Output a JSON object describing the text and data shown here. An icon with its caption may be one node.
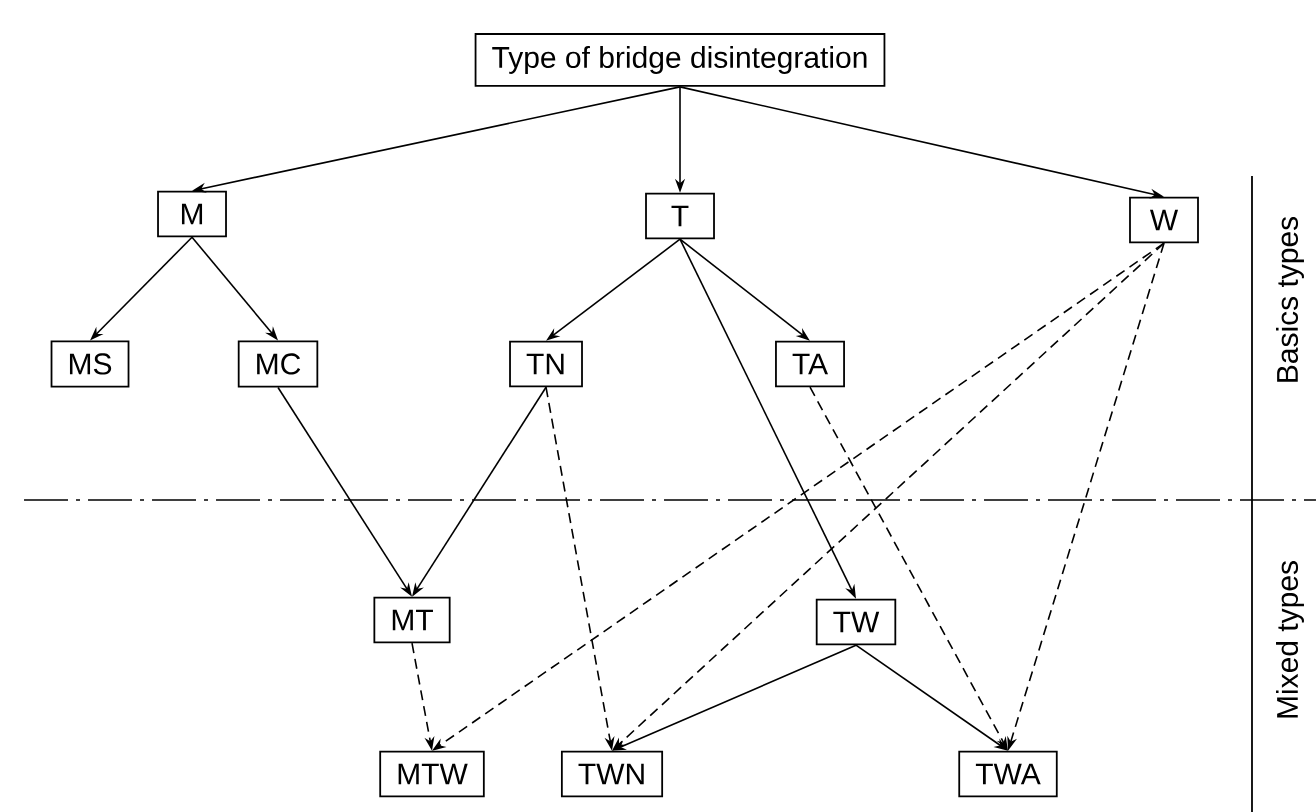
{
  "diagram": {
    "nodes": [
      {
        "text": [
          "Type of bridge disintegration"
        ]
      },
      {
        "text": [
          "M"
        ]
      },
      {
        "text": [
          "T"
        ]
      },
      {
        "text": [
          "W"
        ]
      },
      {
        "text": [
          "MS"
        ]
      },
      {
        "text": [
          "MC"
        ]
      },
      {
        "text": [
          "TN"
        ]
      },
      {
        "text": [
          "TA"
        ]
      },
      {
        "text": [
          "MT"
        ]
      },
      {
        "text": [
          "TW"
        ]
      },
      {
        "text": [
          "MTW"
        ]
      },
      {
        "text": [
          "TWN"
        ]
      },
      {
        "text": [
          "TWA"
        ]
      }
    ],
    "edges": [
      {
        "from": 0,
        "to": 1,
        "arrow": "to"
      },
      {
        "from": 0,
        "to": 2,
        "arrow": "to"
      },
      {
        "from": 0,
        "to": 3,
        "arrow": "to"
      },
      {
        "from": 1,
        "to": 4,
        "arrow": "to"
      },
      {
        "from": 1,
        "to": 5,
        "arrow": "to"
      },
      {
        "from": 2,
        "to": 6,
        "arrow": "to"
      },
      {
        "from": 2,
        "to": 7,
        "arrow": "to"
      },
      {
        "from": 2,
        "to": 9,
        "arrow": "to"
      },
      {
        "from": 5,
        "to": 8,
        "arrow": "to"
      },
      {
        "from": 6,
        "to": 8,
        "arrow": "to"
      },
      {
        "from": 6,
        "to": 11,
        "arrow": "to",
        "style": "dashed"
      },
      {
        "from": 7,
        "to": 12,
        "arrow": "to",
        "style": "dashed"
      },
      {
        "from": 3,
        "to": 10,
        "arrow": "to",
        "style": "dashed"
      },
      {
        "from": 3,
        "to": 11,
        "arrow": "to",
        "style": "dashed"
      },
      {
        "from": 3,
        "to": 12,
        "arrow": "to",
        "style": "dashed"
      },
      {
        "from": 8,
        "to": 10,
        "arrow": "to",
        "style": "dashed"
      },
      {
        "from": 9,
        "to": 11,
        "arrow": "to"
      },
      {
        "from": 9,
        "to": 12,
        "arrow": "to"
      }
    ],
    "labels": [
      "Basics types",
      "Mixed types"
    ]
  }
}
